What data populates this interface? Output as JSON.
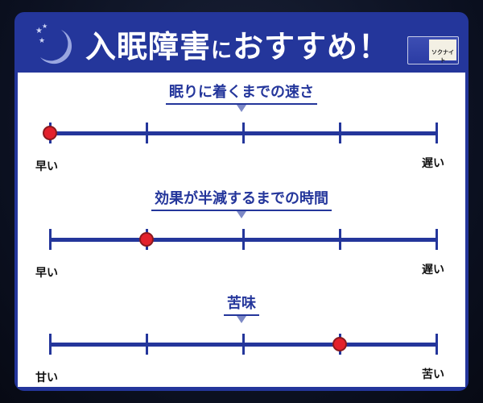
{
  "header": {
    "title_main": "入眠障害",
    "title_particle": "に",
    "title_rest": "おすすめ！",
    "product_name": "ソクナイト"
  },
  "scales": [
    {
      "title": "眠りに着くまでの速さ",
      "left_label": "早い",
      "right_label": "遅い",
      "value": 0.0
    },
    {
      "title": "効果が半減するまでの時間",
      "left_label": "早い",
      "right_label": "遅い",
      "value": 0.25
    },
    {
      "title": "苦味",
      "left_label": "甘い",
      "right_label": "苦い",
      "value": 0.75
    }
  ],
  "colors": {
    "brand": "#24369b",
    "marker": "#e3212c"
  }
}
